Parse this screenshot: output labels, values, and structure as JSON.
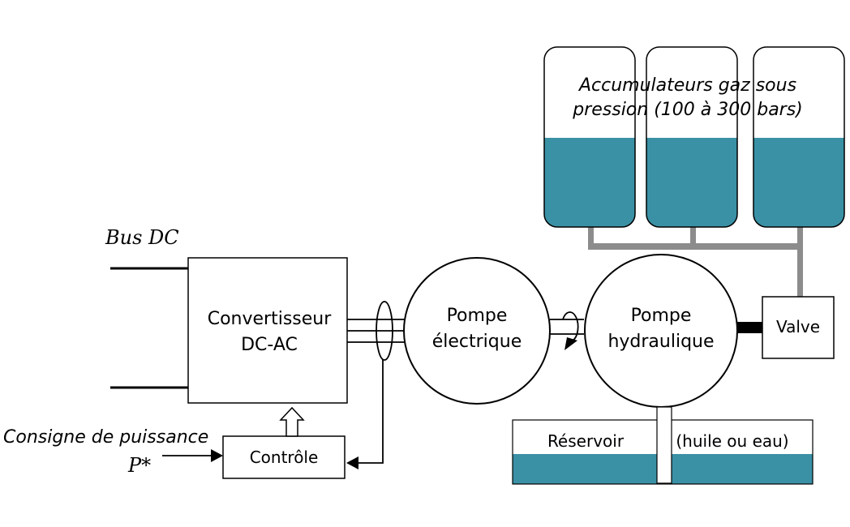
{
  "labels": {
    "bus_dc": "Bus DC",
    "converter_line1": "Convertisseur",
    "converter_line2": "DC-AC",
    "control": "Contrôle",
    "power_setpoint": "Consigne de puissance",
    "p_star": "P*",
    "electric_pump_line1": "Pompe",
    "electric_pump_line2": "électrique",
    "hydraulic_pump_line1": "Pompe",
    "hydraulic_pump_line2": "hydraulique",
    "valve": "Valve",
    "accumulators_line1": "Accumulateurs gaz sous",
    "accumulators_line2": "pression (100 à 300 bars)",
    "reservoir": "Réservoir",
    "reservoir_content": "(huile ou eau)"
  },
  "colors": {
    "liquid": "#3a91a5",
    "pipe": "#8c8c8c",
    "stroke": "#000000"
  }
}
